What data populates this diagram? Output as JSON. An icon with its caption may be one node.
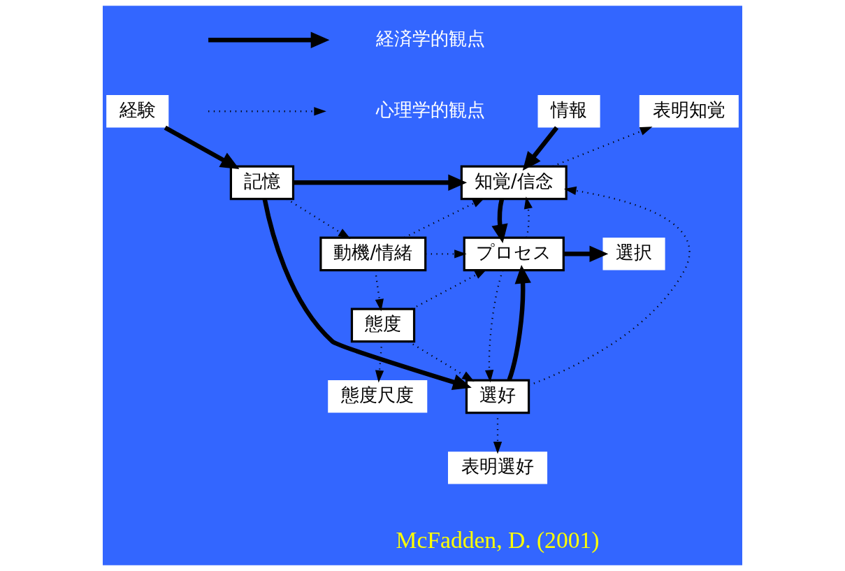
{
  "diagram": {
    "nodes": [
      {
        "text": [
          "経験"
        ]
      },
      {
        "text": [
          "情報"
        ]
      },
      {
        "text": [
          "表明知覚"
        ]
      },
      {
        "text": [
          "記憶"
        ]
      },
      {
        "text": [
          "知覚/信念"
        ]
      },
      {
        "text": [
          "動機/情緒"
        ]
      },
      {
        "text": [
          "プロセス"
        ]
      },
      {
        "text": [
          "選択"
        ]
      },
      {
        "text": [
          "態度"
        ]
      },
      {
        "text": [
          "態度尺度"
        ]
      },
      {
        "text": [
          "選好"
        ]
      },
      {
        "text": [
          "表明選好"
        ]
      }
    ],
    "edges": [
      {
        "from": 0,
        "to": 3,
        "arrow": "to",
        "style": "thick"
      },
      {
        "from": 1,
        "to": 4,
        "arrow": "to",
        "style": "thick"
      },
      {
        "from": 4,
        "to": 2,
        "arrow": "to",
        "style": "dashed"
      },
      {
        "from": 3,
        "to": 4,
        "arrow": "to",
        "style": "thick"
      },
      {
        "from": 3,
        "to": 5,
        "arrow": "to",
        "style": "dashed"
      },
      {
        "from": 3,
        "to": 10,
        "arrow": "to",
        "style": "thick"
      },
      {
        "from": 5,
        "to": 4,
        "arrow": "to",
        "style": "dashed"
      },
      {
        "from": 4,
        "to": 6,
        "arrow": "to",
        "style": "thick"
      },
      {
        "from": 6,
        "to": 4,
        "arrow": "to",
        "style": "dashed"
      },
      {
        "from": 5,
        "to": 6,
        "arrow": "to",
        "style": "dashed"
      },
      {
        "from": 6,
        "to": 7,
        "arrow": "to",
        "style": "thick"
      },
      {
        "from": 5,
        "to": 8,
        "arrow": "to",
        "style": "dashed"
      },
      {
        "from": 8,
        "to": 6,
        "arrow": "to",
        "style": "dashed"
      },
      {
        "from": 8,
        "to": 9,
        "arrow": "to",
        "style": "dashed"
      },
      {
        "from": 8,
        "to": 10,
        "arrow": "to",
        "style": "dashed"
      },
      {
        "from": 6,
        "to": 10,
        "arrow": "to",
        "style": "dashed"
      },
      {
        "from": 10,
        "to": 6,
        "arrow": "to",
        "style": "thick"
      },
      {
        "from": 10,
        "to": 4,
        "arrow": "to",
        "style": "dashed"
      },
      {
        "from": 10,
        "to": 11,
        "arrow": "to",
        "style": "dashed"
      }
    ],
    "labels": [
      "McFadden, D. (2001)"
    ],
    "legend": [
      {
        "text": "経済学的観点"
      },
      {
        "text": "心理学的観点"
      }
    ]
  }
}
